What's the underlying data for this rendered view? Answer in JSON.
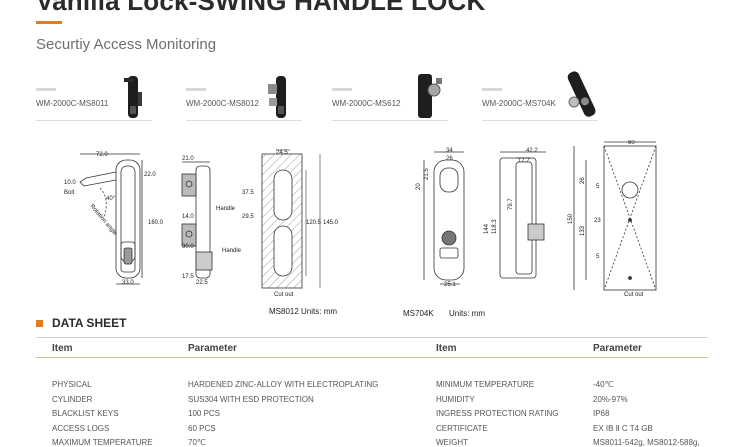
{
  "header": {
    "title": "Vanilla Lock-SWING HANDLE LOCK",
    "subtitle": "Securtiy Access Monitoring"
  },
  "colors": {
    "accent": "#e07b1f"
  },
  "models": [
    {
      "label": "WM-2000C-MS8011"
    },
    {
      "label": "WM-2000C-MS8012"
    },
    {
      "label": "WM-2000C-MS612"
    },
    {
      "label": "WM-2000C-MS704K"
    }
  ],
  "drawing_labels": {
    "ms8012": {
      "dim_72": "72.0",
      "dim_10": "10.0",
      "bolt": "Bolt",
      "dim_22": "22.0",
      "dim_40": "40°",
      "rotation": "Rotation angle",
      "dim_160": "160.0",
      "dim_33": "33.0",
      "dim_21": "21.0",
      "handle1": "Handle",
      "dim_14": "14.0",
      "dim_30": "30.0",
      "handle2": "Handle",
      "dim_175": "17.5",
      "dim_225": "22.5",
      "dim_245": "24.5",
      "dim_375": "37.5",
      "dim_295": "29.5",
      "dim_1205": "120.5",
      "dim_145": "145.0",
      "cutout": "Cut out"
    },
    "ms704k": {
      "dim_34": "34",
      "dim_26": "26",
      "dim_20": "20",
      "dim_215": "21.5",
      "dim_144": "144",
      "dim_1183": "118.3",
      "dim_251": "25.1",
      "dim_422": "42.2",
      "dim_177": "17.7",
      "dim_797": "79.7",
      "dim_60": "60",
      "dim_d26": "26",
      "dim_150": "150",
      "dim_133": "133",
      "dim_5a": "5",
      "dim_23": "23",
      "dim_5b": "5",
      "cutout": "Cut out"
    },
    "caption_ms8012": "MS8012 Units:  mm",
    "caption_ms704k": "MS704K",
    "caption_ms704k_units": "Units:  mm"
  },
  "data_sheet": {
    "title": "DATA SHEET",
    "headers": [
      "Item",
      "Parameter",
      "Item",
      "Parameter"
    ],
    "rows": [
      [
        "PHYSICAL",
        "HARDENED ZINC-ALLOY WITH ELECTROPLATING",
        "MINIMUM TEMPERATURE",
        "-40℃"
      ],
      [
        "CYLINDER",
        "SUS304 WITH ESD PROTECTION",
        "HUMIDITY",
        "20%-97%"
      ],
      [
        "BLACKLIST KEYS",
        "100 PCS",
        "INGRESS PROTECTION RATING",
        "IP68"
      ],
      [
        "ACCESS LOGS",
        "60 PCS",
        "CERTIFICATE",
        "EX IB Ⅱ C T4 GB"
      ],
      [
        "MAXIMUM TEMPERATURE",
        "70℃",
        "WEIGHT",
        "MS8011-542g, MS8012-588g,"
      ]
    ]
  }
}
